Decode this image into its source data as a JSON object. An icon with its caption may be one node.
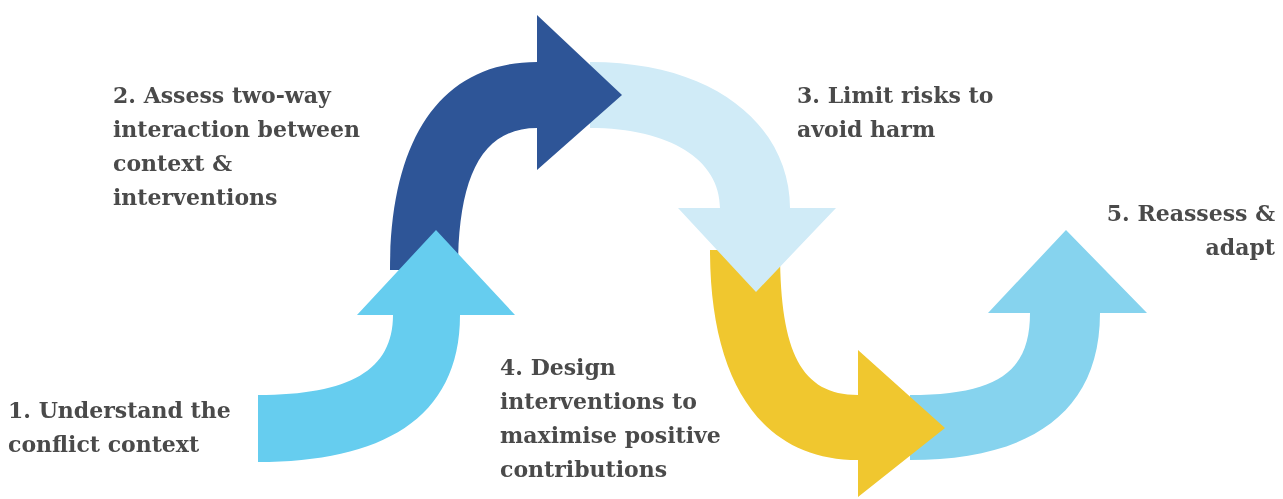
{
  "diagram": {
    "labels": [
      "2. Assess two-way interaction between context & interventions",
      "3. Limit risks to avoid harm",
      "5. Reassess & adapt",
      "4. Design interventions to maximise positive contributions",
      "1. Understand the conflict context"
    ]
  }
}
